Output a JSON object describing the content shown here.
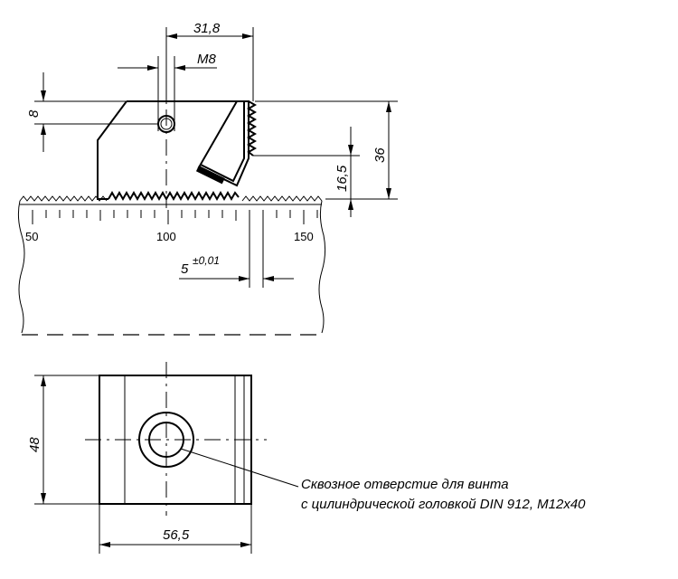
{
  "dimensions": {
    "width_top": "31,8",
    "thread": "M8",
    "height_left": "8",
    "height_total": "36",
    "height_teeth": "16,5",
    "pitch": "5",
    "pitch_tolerance": "±0,01",
    "depth": "48",
    "width_bottom": "56,5"
  },
  "scale": {
    "labels": [
      "50",
      "100",
      "150"
    ]
  },
  "note": {
    "line1": "Сквозное отверстие для винта",
    "line2": "с цилиндрической головкой DIN 912, M12x40"
  }
}
